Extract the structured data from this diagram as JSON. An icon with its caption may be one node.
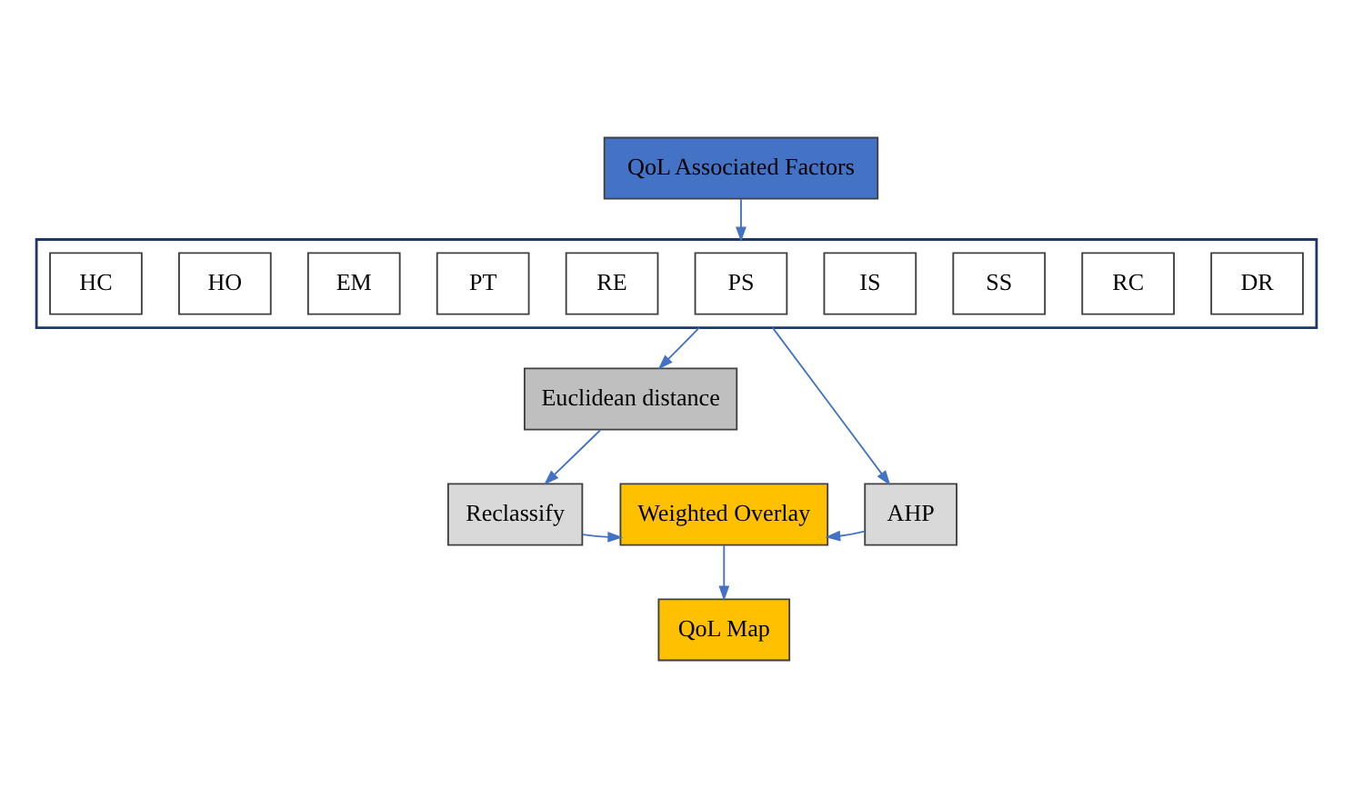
{
  "diagram": {
    "nodes": [
      {
        "text": [
          "QoL Associated Factors"
        ]
      },
      {
        "text": [],
        "shape": "box"
      },
      {
        "text": [
          "HC"
        ],
        "in": 1
      },
      {
        "text": [
          "HO"
        ],
        "in": 1
      },
      {
        "text": [
          "EM"
        ],
        "in": 1
      },
      {
        "text": [
          "PT"
        ],
        "in": 1
      },
      {
        "text": [
          "RE"
        ],
        "in": 1
      },
      {
        "text": [
          "PS"
        ],
        "in": 1
      },
      {
        "text": [
          "IS"
        ],
        "in": 1
      },
      {
        "text": [
          "SS"
        ],
        "in": 1
      },
      {
        "text": [
          "RC"
        ],
        "in": 1
      },
      {
        "text": [
          "DR"
        ],
        "in": 1
      },
      {
        "text": [
          "Euclidean distance"
        ]
      },
      {
        "text": [
          "Reclassify"
        ]
      },
      {
        "text": [
          "Weighted Overlay"
        ]
      },
      {
        "text": [
          "AHP"
        ]
      },
      {
        "text": [
          "QoL Map"
        ]
      }
    ],
    "edges": [
      {
        "from": 0,
        "to": 1,
        "arrow": "to"
      },
      {
        "from": 1,
        "to": 12,
        "arrow": "to"
      },
      {
        "from": 12,
        "to": 13,
        "arrow": "to"
      },
      {
        "from": 13,
        "to": 14,
        "arrow": "to"
      },
      {
        "from": 15,
        "to": 14,
        "arrow": "to"
      },
      {
        "from": 1,
        "to": 15,
        "arrow": "to"
      },
      {
        "from": 14,
        "to": 16,
        "arrow": "to"
      }
    ]
  }
}
